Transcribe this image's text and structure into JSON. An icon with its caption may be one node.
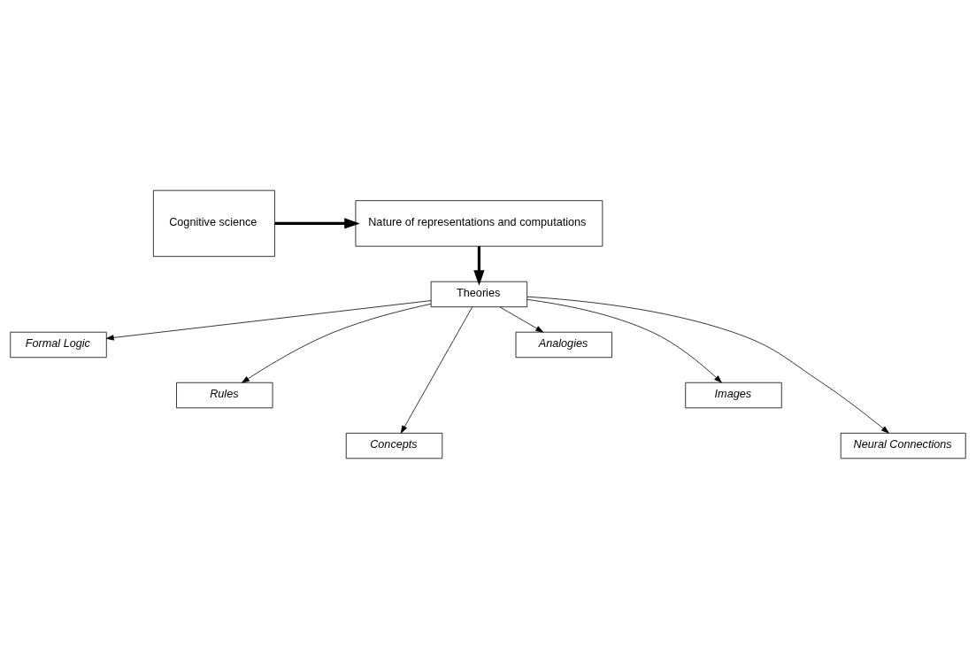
{
  "diagram": {
    "nodes": [
      {
        "text": [
          "Cognitive science"
        ]
      },
      {
        "text": [
          "Nature of representations and computations"
        ]
      },
      {
        "text": [
          "Theories"
        ]
      },
      {
        "text": [
          "Formal Logic"
        ]
      },
      {
        "text": [
          "Analogies"
        ]
      },
      {
        "text": [
          "Rules"
        ]
      },
      {
        "text": [
          "Images"
        ]
      },
      {
        "text": [
          "Concepts"
        ]
      },
      {
        "text": [
          "Neural Connections"
        ]
      }
    ],
    "edges": [
      {
        "from": 0,
        "to": 1,
        "arrow": "to",
        "style": "thick"
      },
      {
        "from": 1,
        "to": 2,
        "arrow": "to",
        "style": "thick"
      },
      {
        "from": 2,
        "to": 3,
        "arrow": "to"
      },
      {
        "from": 2,
        "to": 5,
        "arrow": "to"
      },
      {
        "from": 2,
        "to": 7,
        "arrow": "to"
      },
      {
        "from": 2,
        "to": 4,
        "arrow": "to"
      },
      {
        "from": 2,
        "to": 6,
        "arrow": "to"
      },
      {
        "from": 2,
        "to": 8,
        "arrow": "to"
      }
    ]
  }
}
